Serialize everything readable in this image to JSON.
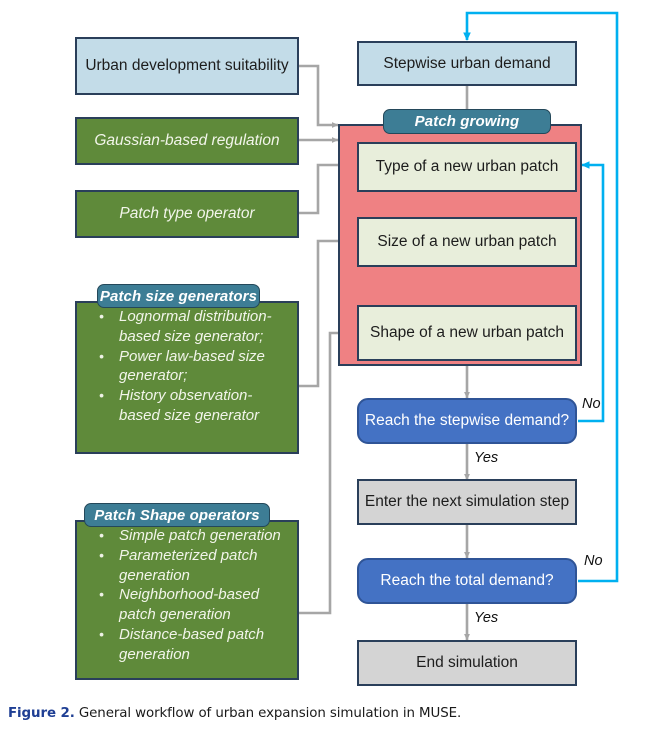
{
  "figure": {
    "number_label": "Figure 2.",
    "caption": "General workflow of urban expansion simulation in MUSE."
  },
  "palette": {
    "input_blue": "#c3dce8",
    "operator_green": "#5f8a3a",
    "banner_teal": "#3d7d95",
    "container_pink": "#ef8183",
    "process_pale": "#e8eedb",
    "decision_blue": "#4472c4",
    "terminal_grey": "#d4d4d4",
    "feedback_cyan": "#00b0f0",
    "connector_grey": "#a6a6a6",
    "border_navy": "#2a3f5a"
  },
  "inputs": [
    {
      "id": "urban-development-suitability",
      "label": "Urban development suitability",
      "style": "blue"
    },
    {
      "id": "gaussian-based-regulation",
      "label": "Gaussian-based regulation",
      "style": "green"
    },
    {
      "id": "patch-type-operator",
      "label": "Patch type operator",
      "style": "green"
    }
  ],
  "size_generators": {
    "banner": "Patch size generators",
    "items": [
      "Lognormal distribution-based size generator;",
      "Power law-based size generator;",
      "History observation-based size generator"
    ]
  },
  "shape_operators": {
    "banner": "Patch Shape operators",
    "items": [
      "Simple patch generation",
      "Parameterized patch generation",
      "Neighborhood-based patch generation",
      "Distance-based patch generation"
    ]
  },
  "flow": {
    "stepwise_demand": "Stepwise urban demand",
    "patch_growing_banner": "Patch growing",
    "patch_steps": [
      "Type of a new urban patch",
      "Size of a new urban patch",
      "Shape of a new urban patch"
    ],
    "decision_stepwise": "Reach the stepwise demand?",
    "next_step": "Enter the next simulation step",
    "decision_total": "Reach the total demand?",
    "end": "End simulation"
  },
  "edge_labels": {
    "no_stepwise": "No",
    "yes_stepwise": "Yes",
    "no_total": "No",
    "yes_total": "Yes"
  }
}
